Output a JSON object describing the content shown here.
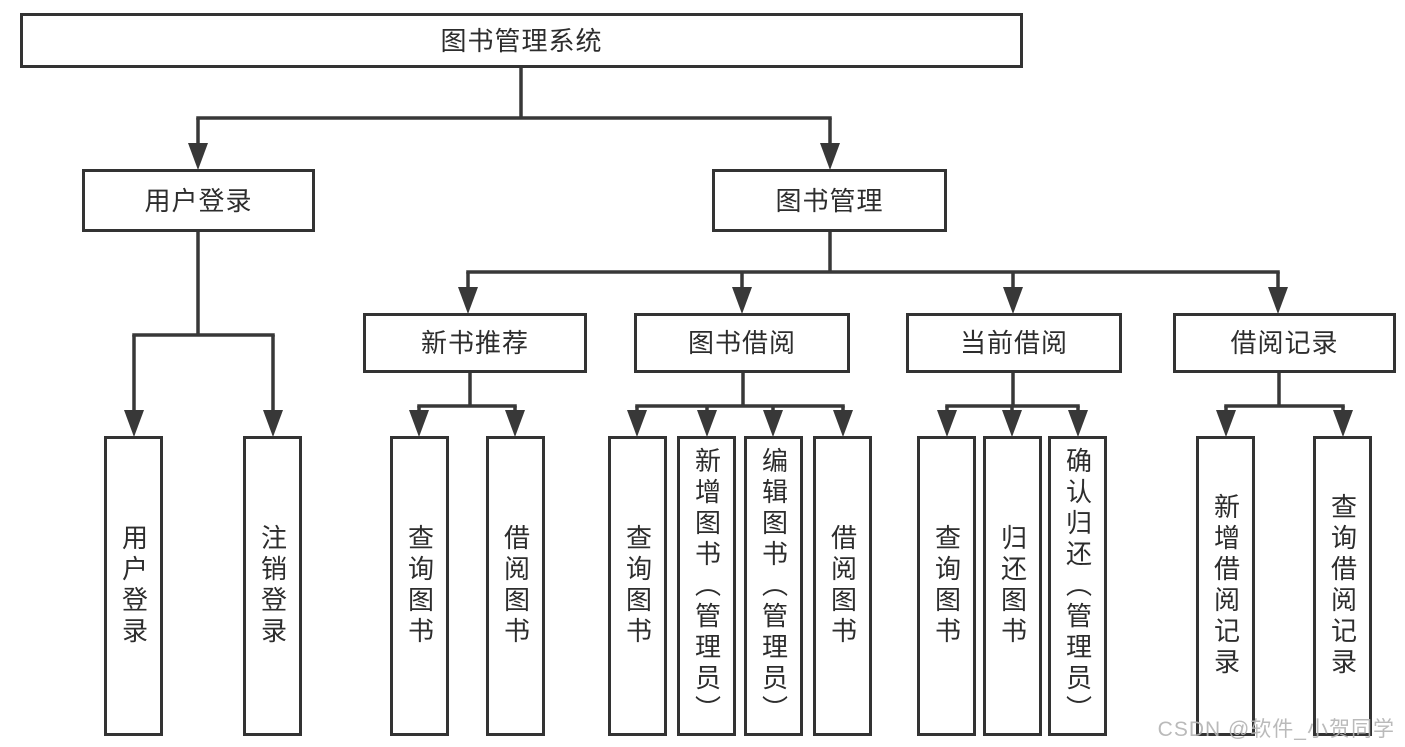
{
  "colors": {
    "line": "#383838",
    "box_border": "#333333",
    "text": "#2d2d2d",
    "background": "#ffffff",
    "watermark": "#b5b5b5"
  },
  "tree": {
    "root": {
      "label": "图书管理系统"
    },
    "branches": [
      {
        "label": "用户登录",
        "children": [
          {
            "label": "用户登录"
          },
          {
            "label": "注销登录"
          }
        ]
      },
      {
        "label": "图书管理",
        "groups": [
          {
            "label": "新书推荐",
            "children": [
              {
                "label": "查询图书"
              },
              {
                "label": "借阅图书"
              }
            ]
          },
          {
            "label": "图书借阅",
            "children": [
              {
                "label": "查询图书"
              },
              {
                "label": "新增图书（管理员）"
              },
              {
                "label": "编辑图书（管理员）"
              },
              {
                "label": "借阅图书"
              }
            ]
          },
          {
            "label": "当前借阅",
            "children": [
              {
                "label": "查询图书"
              },
              {
                "label": "归还图书"
              },
              {
                "label": "确认归还（管理员）"
              }
            ]
          },
          {
            "label": "借阅记录",
            "children": [
              {
                "label": "新增借阅记录"
              },
              {
                "label": "查询借阅记录"
              }
            ]
          }
        ]
      }
    ]
  },
  "watermark": {
    "text": "CSDN @软件_小贺同学"
  }
}
